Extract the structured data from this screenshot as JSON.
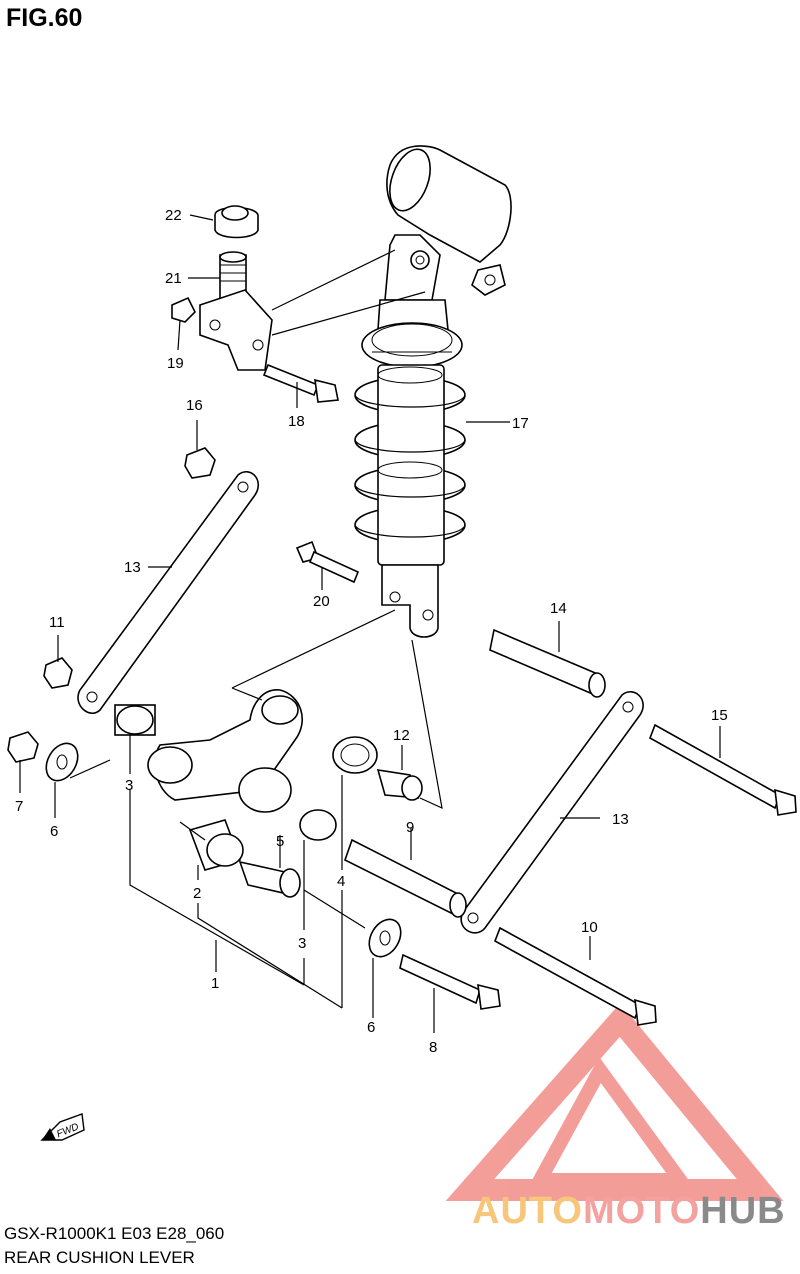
{
  "figure": {
    "title": "FIG.60"
  },
  "footer": {
    "model": "GSX-R1000K1 E03 E28_060",
    "name": "REAR CUSHION LEVER"
  },
  "fwd_arrow": {
    "label": "FWD"
  },
  "callouts": [
    "1",
    "2",
    "3",
    "3",
    "4",
    "5",
    "6",
    "6",
    "7",
    "8",
    "9",
    "10",
    "11",
    "12",
    "13",
    "13",
    "14",
    "15",
    "16",
    "17",
    "18",
    "19",
    "20",
    "21",
    "22"
  ],
  "watermark": {
    "part1": "AUTO",
    "part2": "MOTO",
    "part3": "HUB"
  },
  "colors": {
    "watermark_red": "#f07d78",
    "watermark_orange": "#f8c67a",
    "watermark_grey": "#8a8a8a"
  }
}
